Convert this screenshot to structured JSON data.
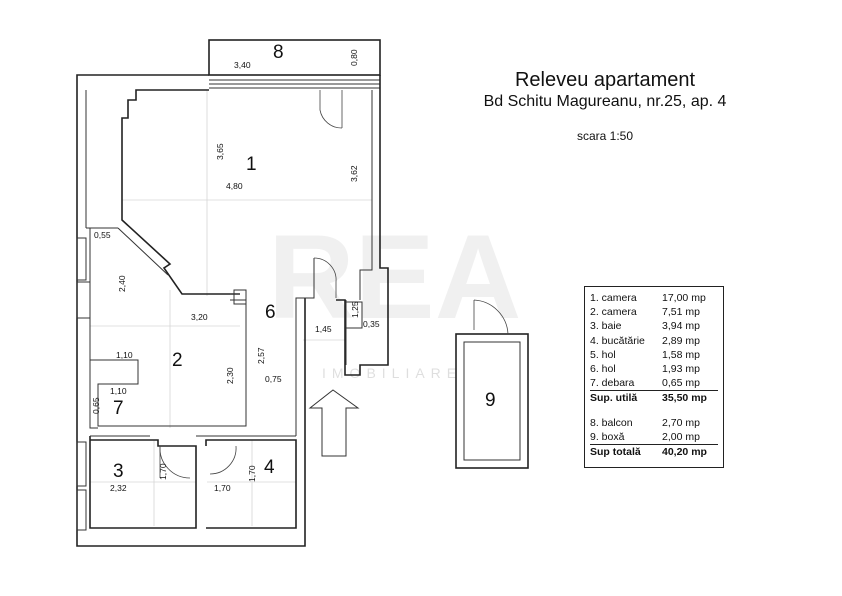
{
  "header": {
    "title": "Releveu apartament",
    "address": "Bd Schitu Magureanu, nr.25, ap. 4",
    "scale": "scara 1:50"
  },
  "watermark": {
    "logo": "REA",
    "tagline": "IMOBILIARE"
  },
  "rooms": {
    "r1": "1",
    "r2": "2",
    "r3": "3",
    "r4": "4",
    "r6": "6",
    "r7": "7",
    "r8": "8",
    "r9": "9"
  },
  "dimensions": {
    "d340": "3,40",
    "d080": "0,80",
    "d365": "3,65",
    "d480": "4,80",
    "d362": "3,62",
    "d055": "0,55",
    "d240": "2,40",
    "d320": "3,20",
    "d125": "1,25",
    "d035": "0,35",
    "d145": "1,45",
    "d110a": "1,10",
    "d257": "2,57",
    "d230": "2,30",
    "d075": "0,75",
    "d110b": "1,10",
    "d065": "0,65",
    "d170a": "1,70",
    "d170b": "1,70",
    "d232": "2,32",
    "d170c": "1,70"
  },
  "legend": {
    "rows": [
      {
        "label": "1. camera",
        "value": "17,00 mp"
      },
      {
        "label": "2. camera",
        "value": "7,51 mp"
      },
      {
        "label": "3. baie",
        "value": "3,94 mp"
      },
      {
        "label": "4. bucătărie",
        "value": "2,89 mp"
      },
      {
        "label": "5. hol",
        "value": "1,58 mp"
      },
      {
        "label": "6. hol",
        "value": "1,93 mp"
      },
      {
        "label": "7. debara",
        "value": "0,65 mp"
      }
    ],
    "useful": {
      "label": "Sup. utilă",
      "value": "35,50 mp"
    },
    "extras": [
      {
        "label": "8. balcon",
        "value": "2,70 mp"
      },
      {
        "label": "9. boxă",
        "value": "2,00 mp"
      }
    ],
    "total": {
      "label": "Sup totală",
      "value": "40,20 mp"
    }
  }
}
